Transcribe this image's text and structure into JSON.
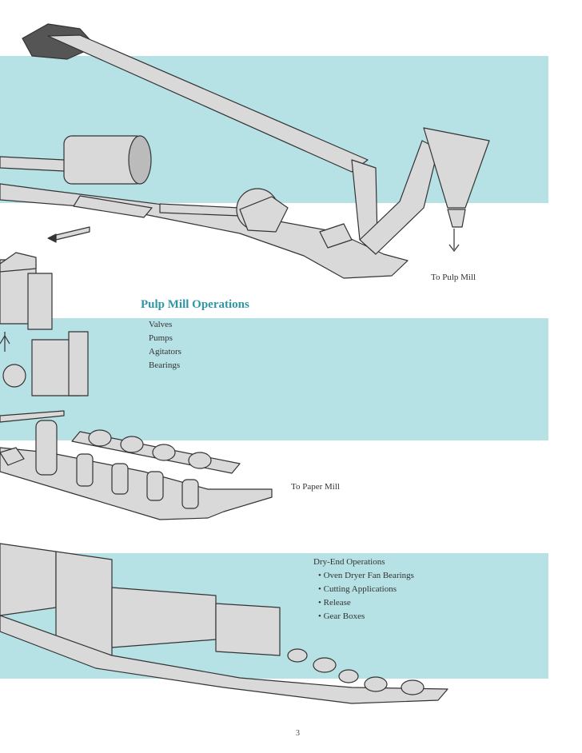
{
  "labels": {
    "to_pulp_mill": "To Pulp Mill",
    "to_paper_mill": "To Paper Mill"
  },
  "pulp_mill": {
    "heading": "Pulp Mill Operations",
    "items": [
      "Valves",
      "Pumps",
      "Agitators",
      "Bearings"
    ]
  },
  "dry_end": {
    "heading": "Dry-End Operations",
    "items": [
      "Oven Dryer Fan Bearings",
      "Cutting Applications",
      "Release",
      "Gear Boxes"
    ]
  },
  "page_number": "3",
  "colors": {
    "band": "#b6e2e6",
    "heading": "#2f97a4",
    "machinery": "#d8d8d8",
    "outline": "#333333"
  }
}
